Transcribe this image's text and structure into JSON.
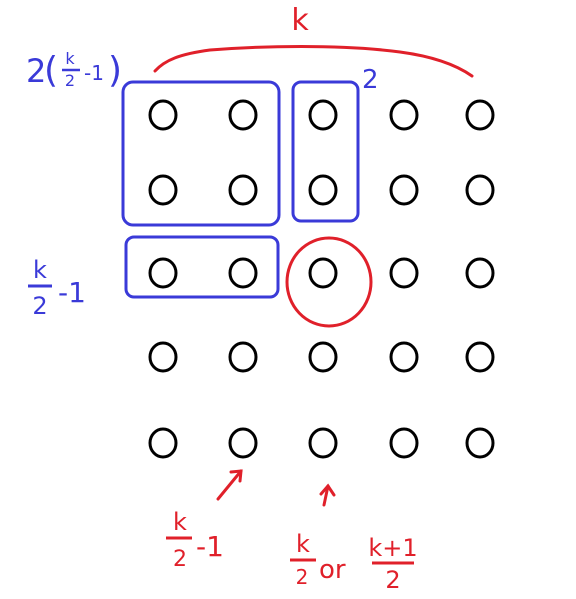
{
  "colors": {
    "background": "#ffffff",
    "dots": "#000000",
    "blue": "#3a3ad8",
    "red": "#e0202a"
  },
  "grid": {
    "rows": 5,
    "cols": 5
  },
  "labels": {
    "top_k": "k",
    "group_width_coef": "2",
    "group_width_num": "k",
    "group_width_den": "2",
    "group_width_tail": "-1",
    "column_pair": "2",
    "row_label_num": "k",
    "row_label_den": "2",
    "row_label_tail": "-1",
    "bottom_left_num": "k",
    "bottom_left_den": "2",
    "bottom_left_tail": "-1",
    "bottom_mid_num": "k",
    "bottom_mid_den": "2",
    "bottom_mid_or": "or",
    "bottom_right_num": "k+1",
    "bottom_right_den": "2"
  }
}
